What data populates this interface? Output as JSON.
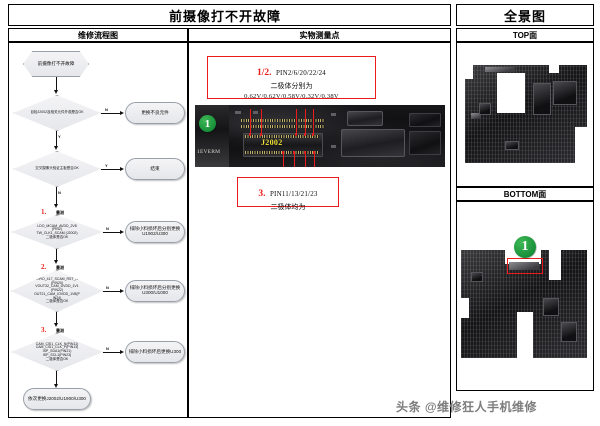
{
  "document": {
    "title_main": "前摄像打不开故障",
    "title_panorama": "全景图",
    "watermark": "头条 @维修狂人手机维修"
  },
  "columns": {
    "flowchart_header": "维修流程图",
    "measurement_header": "实物测量点",
    "board_top_header": "TOP面",
    "board_bottom_header": "BOTTOM面"
  },
  "flowchart": {
    "start": "前摄像打不开故障",
    "decisions": [
      {
        "id": "d1",
        "text": "目检J2002及相关元件外观是否OK",
        "yes_label": "N",
        "no_label": "Y"
      },
      {
        "id": "d2",
        "text": "交叉摄像头验证主板是否OK",
        "yes_label": "Y",
        "no_label": "N"
      },
      {
        "id": "d3",
        "step": "1.",
        "step_title": "量测",
        "lines": [
          "LDO_MCAM_AVDD_2V8",
          "(PIN2)",
          "TW_CLK1_SCAM (J2002)",
          "二极体是否OK"
        ],
        "branch_label": "N"
      },
      {
        "id": "d4",
        "step": "2.",
        "step_title": "量测",
        "lines": [
          "GPIO_417_SCAM_RST_N",
          "(PIN20)",
          "VOUT32_CAM_DVDD_1V1",
          "(PIN22)",
          "OUT21_CAM_IOVDD_1V8(P",
          "IN24)",
          "二极体是否OK"
        ],
        "branch_label": "N"
      },
      {
        "id": "d5",
        "step": "3.",
        "step_title": "量测",
        "lines": [
          "CAM_CSI1_CLK_N(PIN11)",
          "CAM_CSI1_CLK_P(PIN13)",
          "ISP_SDA1(PIN21)",
          "ISP_SCL1(PIN23)",
          "二极体是否OK"
        ],
        "branch_label": "N"
      }
    ],
    "actions": {
      "replace_bad_parts": "更换不良元件",
      "end": "结束",
      "action1": "排除小料损坏后分别更换U1902/U300",
      "action2": "排除小料损坏后分别更换U300/U1000",
      "action3": "排除小料损坏后更换U300",
      "final": "依次更换J2002/U1900/U300"
    }
  },
  "measurement": {
    "connector_label": "J2002",
    "silkscreen": "1EVERM",
    "marker": "1",
    "annotation_1": {
      "num": "1/2.",
      "pins": "PIN2/6/20/22/24",
      "cn": "二极体分别为",
      "values": "0.62V/0.62V/0.58V/0.32V/0.38V"
    },
    "annotation_2": {
      "num": "3.",
      "pins": "PIN11/13/21/23",
      "cn": "二极体均为"
    }
  },
  "boards": {
    "bottom_marker": "1"
  },
  "colors": {
    "red": "#ec1b1b",
    "green_marker": "#17903a",
    "yellow_silk": "#f2e23a",
    "node_fill": "#e6e7eb",
    "border": "#000000"
  }
}
